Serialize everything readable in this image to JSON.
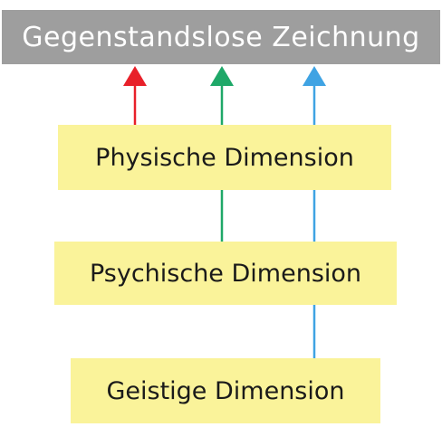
{
  "title": "Gegenstandslose Zeichnung",
  "boxes": {
    "physical": "Physische Dimension",
    "psychic": "Psychische Dimension",
    "spiritual": "Geistige Dimension"
  },
  "colors": {
    "title_bg": "#9e9e9e",
    "box_bg": "#faf39a",
    "arrow_red": "#e8202a",
    "arrow_green": "#1ea868",
    "arrow_blue": "#3fa3e3"
  }
}
